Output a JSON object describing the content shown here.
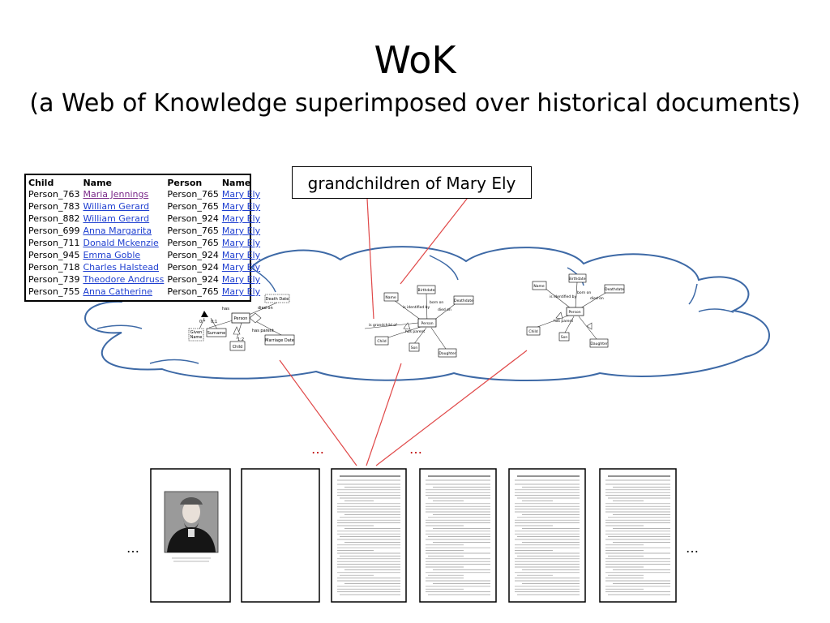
{
  "title": "WoK",
  "subtitle": "(a Web of Knowledge superimposed over historical documents)",
  "callout": "grandchildren of Mary Ely",
  "table": {
    "headers": [
      "Child",
      "Name",
      "Person",
      "Name"
    ],
    "rows": [
      [
        "Person_763",
        "Maria Jennings",
        "Person_765",
        "Mary Ely"
      ],
      [
        "Person_783",
        "William Gerard",
        "Person_765",
        "Mary Ely"
      ],
      [
        "Person_882",
        "William Gerard",
        "Person_924",
        "Mary Ely"
      ],
      [
        "Person_699",
        "Anna Margarita",
        "Person_765",
        "Mary Ely"
      ],
      [
        "Person_711",
        "Donald Mckenzie",
        "Person_765",
        "Mary Ely"
      ],
      [
        "Person_945",
        "Emma Goble",
        "Person_924",
        "Mary Ely"
      ],
      [
        "Person_718",
        "Charles Halstead",
        "Person_924",
        "Mary Ely"
      ],
      [
        "Person_739",
        "Theodore Andruss",
        "Person_924",
        "Mary Ely"
      ],
      [
        "Person_755",
        "Anna Catherine",
        "Person_765",
        "Mary Ely"
      ]
    ]
  },
  "ellipsis": "…",
  "diagram1": {
    "nodes": [
      "Person",
      "Death Date",
      "Given Name",
      "Surname",
      "Child",
      "Marriage Date"
    ],
    "edges": [
      "died on",
      "has parent",
      "has",
      "0:1",
      "1:2",
      "0:*"
    ]
  },
  "diagram2": {
    "nodes": [
      "Birthdate",
      "Name",
      "Deathdate",
      "Person",
      "Child",
      "Son",
      "Daughter"
    ],
    "edges": [
      "is identified by",
      "born on",
      "died on",
      "has parent",
      "is grandchild of"
    ]
  },
  "diagram3": {
    "nodes": [
      "Birthdate",
      "Name",
      "Deathdate",
      "Person",
      "Child",
      "Son",
      "Daughter"
    ],
    "edges": [
      "is identified by",
      "born on",
      "died on",
      "has parent"
    ]
  },
  "colors": {
    "cloud": "#3d69a6",
    "link_line": "#e04848",
    "link_text": "#1f3fd0",
    "visited_link": "#7b2a8a"
  }
}
